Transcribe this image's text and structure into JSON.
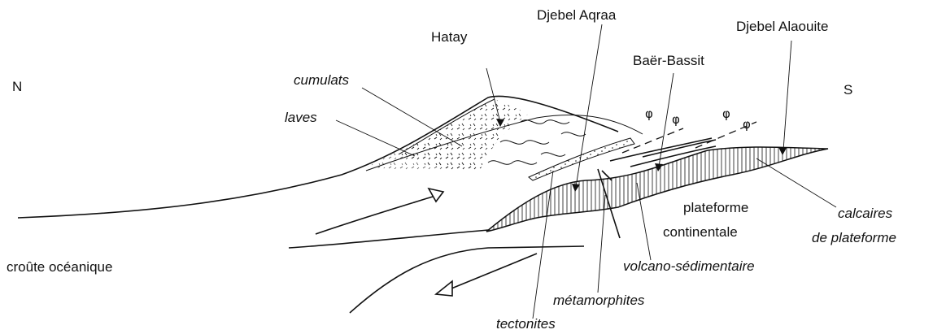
{
  "labels": {
    "north": "N",
    "south": "S",
    "hatay": "Hatay",
    "djebel_aqraa": "Djebel Aqraa",
    "djebel_alaouite": "Djebel Alaouite",
    "baer_bassit": "Baër-Bassit",
    "cumulats": "cumulats",
    "laves": "laves",
    "plateforme_continentale_1": "plateforme",
    "plateforme_continentale_2": "continentale",
    "calcaires_1": "calcaires",
    "calcaires_2": "de plateforme",
    "croute_oceanique": "croûte océanique",
    "volcano_sedimentaire": "volcano-sédimentaire",
    "metamorphites": "métamorphites",
    "tectonites": "tectonites"
  },
  "colors": {
    "ink": "#111111",
    "background": "#ffffff"
  },
  "icons": {
    "vegetation": "plant-symbol",
    "arrows": "open-triangle-arrow"
  }
}
